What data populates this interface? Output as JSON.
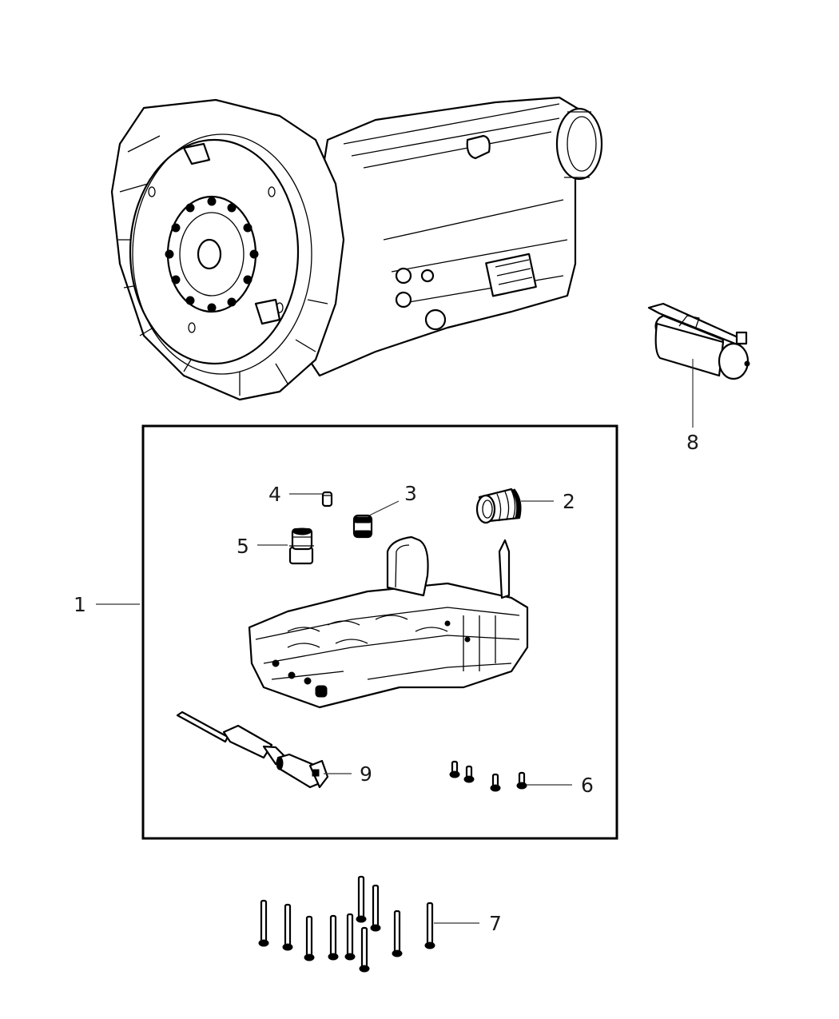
{
  "diagram": {
    "type": "exploded parts diagram",
    "callouts": [
      {
        "id": "1",
        "part": "valve-body-kit"
      },
      {
        "id": "2",
        "part": "plug-large"
      },
      {
        "id": "3",
        "part": "plug-small"
      },
      {
        "id": "4",
        "part": "pin"
      },
      {
        "id": "5",
        "part": "plug-stepped"
      },
      {
        "id": "6",
        "part": "screws-short"
      },
      {
        "id": "7",
        "part": "bolts-long"
      },
      {
        "id": "8",
        "part": "solenoid-actuator"
      },
      {
        "id": "9",
        "part": "shift-shaft-sensor"
      }
    ],
    "colors": {
      "ink": "#000000",
      "background": "#ffffff",
      "leader": "#333333"
    }
  }
}
